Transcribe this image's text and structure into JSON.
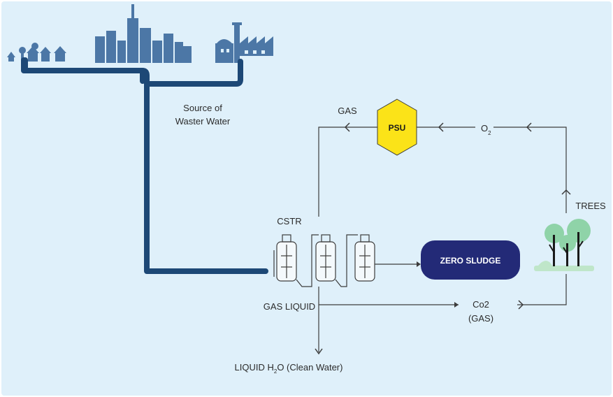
{
  "labels": {
    "source": [
      "Source of",
      "Waster Water"
    ],
    "gas": "GAS",
    "psu": "PSU",
    "o2_main": "O",
    "o2_sub": "2",
    "trees": "TREES",
    "cstr": "CSTR",
    "zero_sludge": "ZERO SLUDGE",
    "gas_liquid": "GAS LIQUID",
    "co2": "Co2",
    "co2_gas": "(GAS)",
    "liquid_prefix": "LIQUID H",
    "liquid_sub": "2",
    "liquid_suffix": "O (Clean Water)"
  },
  "colors": {
    "background": "#dff0fa",
    "pipe": "#1d4876",
    "city": "#4c77a6",
    "line": "#3c3c3c",
    "psu_fill": "#fbe318",
    "sludge_fill": "#232a77",
    "tree_leaf": "#8fd3a8",
    "tree_ground": "#bfe6c9",
    "tree_trunk": "#1a1a1a"
  },
  "icons": [
    "city-skyline-icon",
    "houses-icon",
    "factory-icon",
    "reactor-tank-icon",
    "trees-icon",
    "arrow-icon"
  ]
}
